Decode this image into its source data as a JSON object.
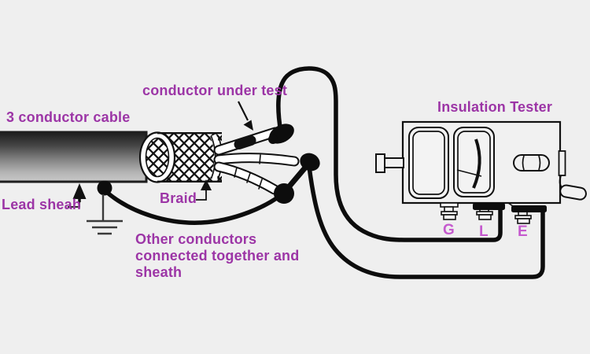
{
  "diagram": {
    "cable_label": "3 conductor cable",
    "conductor_label": "conductor under test",
    "lead_sheath_label": "Lead sheah",
    "braid_label": "Braid",
    "other_lines": {
      "0": "Other conductors",
      "1": "connected together and",
      "2": "sheath"
    },
    "tester_label": "Insulation Tester",
    "terminals": [
      {
        "label": "G"
      },
      {
        "label": "L"
      },
      {
        "label": "E"
      }
    ],
    "colors": {
      "label_purple": "#9c35a6",
      "terminal_magenta": "#c55ace",
      "background": "#efefef",
      "wire_black": "#0d0d0d"
    }
  }
}
